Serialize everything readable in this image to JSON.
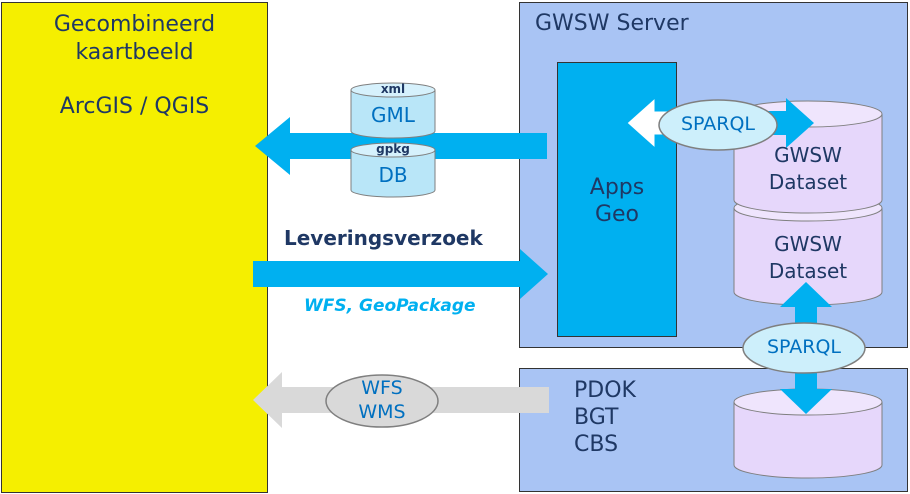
{
  "left_panel": {
    "title_line1": "Gecombineerd",
    "title_line2": "kaartbeeld",
    "subtitle": "ArcGIS / QGIS"
  },
  "gwsw_server": {
    "title": "GWSW Server",
    "apps_line1": "Apps",
    "apps_line2": "Geo",
    "dataset_top_line1": "GWSW",
    "dataset_top_line2": "Dataset",
    "dataset_bottom_line1": "GWSW",
    "dataset_bottom_line2": "Dataset",
    "sparql_top": "SPARQL"
  },
  "pdok_panel": {
    "line1": "PDOK",
    "line2": "BGT",
    "line3": "CBS",
    "sparql_bottom": "SPARQL"
  },
  "databases": {
    "gml_tag": "xml",
    "gml_label": "GML",
    "db_tag": "gpkg",
    "db_label": "DB"
  },
  "request": {
    "label": "Leveringsverzoek",
    "formats": "WFS, GeoPackage"
  },
  "services": {
    "line1": "WFS",
    "line2": "WMS"
  },
  "colors": {
    "yellow": "#f5ef00",
    "panel_blue": "#a9c4f4",
    "apps_blue": "#00b0f0",
    "dataset_lilac": "#e6d7fb",
    "arrow_cyan": "#00b0f0",
    "gray_arrow": "#d9d9d9",
    "text_navy": "#1f3864"
  }
}
